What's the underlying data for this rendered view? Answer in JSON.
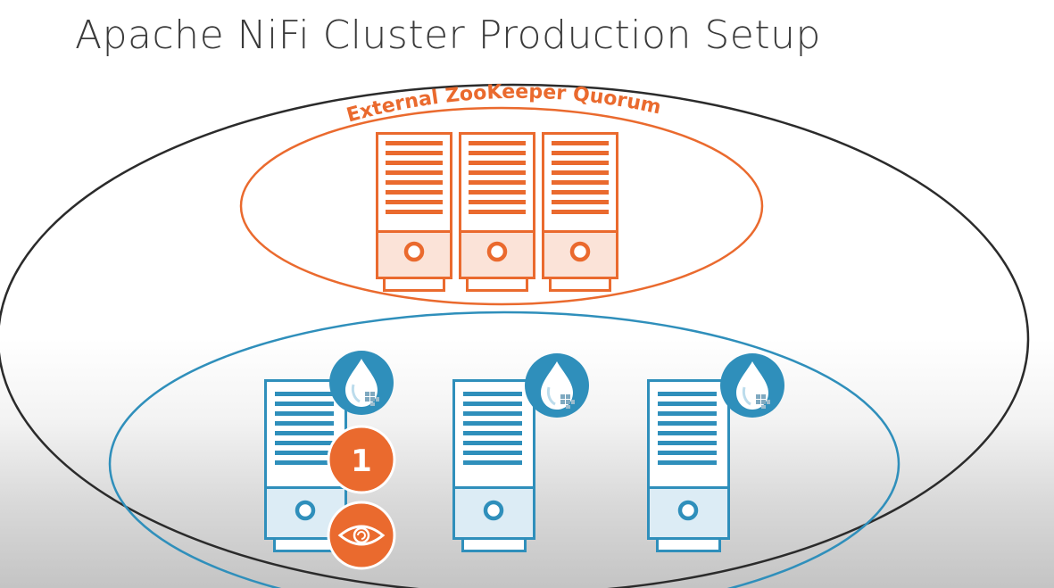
{
  "title": "Apache NiFi Cluster Production Setup",
  "zookeeper": {
    "label": "External ZooKeeper Quorum"
  },
  "primary_node": {
    "badge": "1"
  },
  "colors": {
    "zookeeper": "#ea6a2e",
    "nifi": "#2f8fbb",
    "outline": "#2b2b2b",
    "badge_accent": "#ea6a2e",
    "title_text": "#3a3a3a"
  },
  "icons": {
    "zookeeper_server": "server-icon",
    "nifi_server": "server-icon",
    "nifi_logo": "nifi-drop-icon",
    "primary_node_badge": "number-badge",
    "cluster_coordinator_badge": "eye-icon"
  }
}
